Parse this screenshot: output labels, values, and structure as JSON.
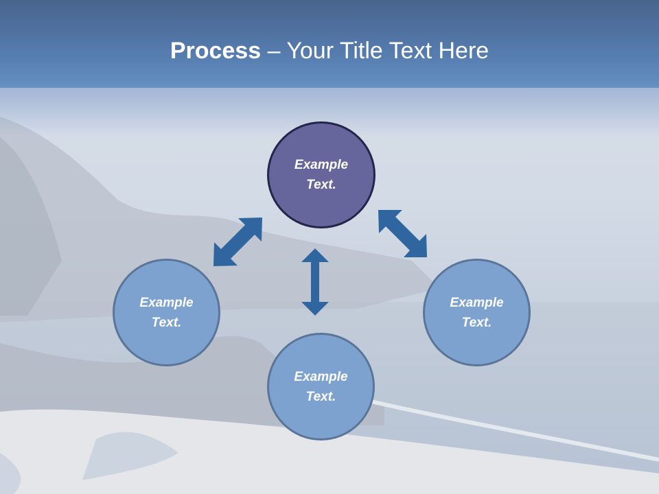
{
  "slide": {
    "title_bold": "Process",
    "title_rest": " – Your Title Text Here",
    "colors": {
      "header_top": "#48648d",
      "header_bottom": "#6590c2",
      "primary_node_fill": "#66669c",
      "primary_node_border": "#23264a",
      "secondary_node_fill": "#7ea2cf",
      "secondary_node_border": "#5b7599",
      "arrow": "#2f66a0"
    }
  },
  "diagram": {
    "nodes": [
      {
        "id": "top",
        "line1": "Example",
        "line2": "Text."
      },
      {
        "id": "left",
        "line1": "Example",
        "line2": "Text."
      },
      {
        "id": "right",
        "line1": "Example",
        "line2": "Text."
      },
      {
        "id": "bottom",
        "line1": "Example",
        "line2": "Text."
      }
    ],
    "connectors": [
      {
        "from": "top",
        "to": "left",
        "type": "double-arrow"
      },
      {
        "from": "top",
        "to": "right",
        "type": "double-arrow"
      },
      {
        "from": "top",
        "to": "bottom",
        "type": "double-arrow"
      }
    ]
  }
}
